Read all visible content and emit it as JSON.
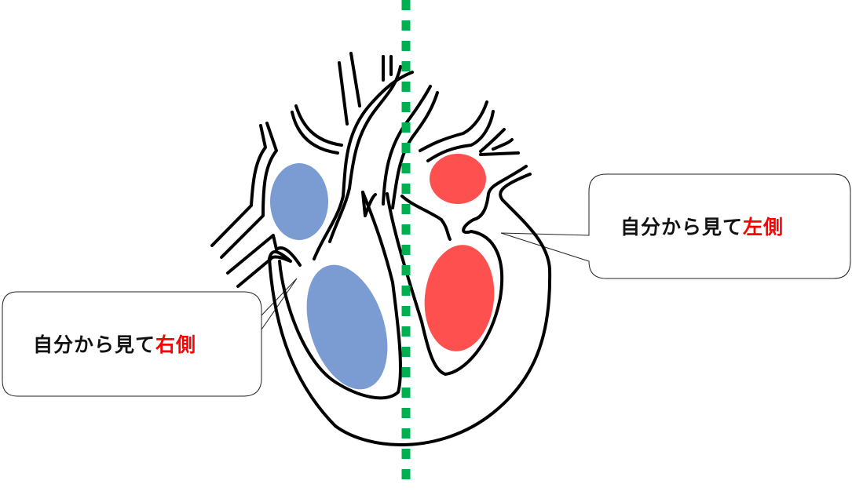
{
  "colors": {
    "deoxygenated": "#7b9bd3",
    "oxygenated": "#ff5050",
    "midline": "#00b050",
    "outline": "#000000",
    "emphasis": "#ff0000"
  },
  "callout_left": {
    "prefix": "自分から見て",
    "emphasis": "右側"
  },
  "callout_right": {
    "prefix": "自分から見て",
    "emphasis": "左側"
  }
}
